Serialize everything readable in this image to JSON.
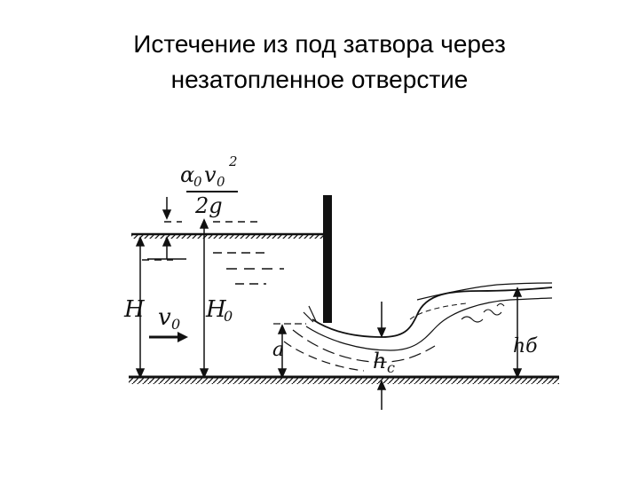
{
  "slide": {
    "title_line1": "Истечение из под затвора через",
    "title_line2": "незатопленное отверстие"
  },
  "diagram": {
    "labels": {
      "H": "H",
      "H0_main": "H",
      "H0_sub": "0",
      "v0_main": "v",
      "v0_sub": "0",
      "a": "a",
      "hc_main": "h",
      "hc_sub": "c",
      "hb": "hб",
      "head_alpha": "α",
      "head_alpha_sub": "0",
      "head_v": "v",
      "head_v_sub": "0",
      "head_exp": "2",
      "head_den": "2g"
    },
    "colors": {
      "ink": "#111111",
      "background": "#ffffff"
    }
  }
}
